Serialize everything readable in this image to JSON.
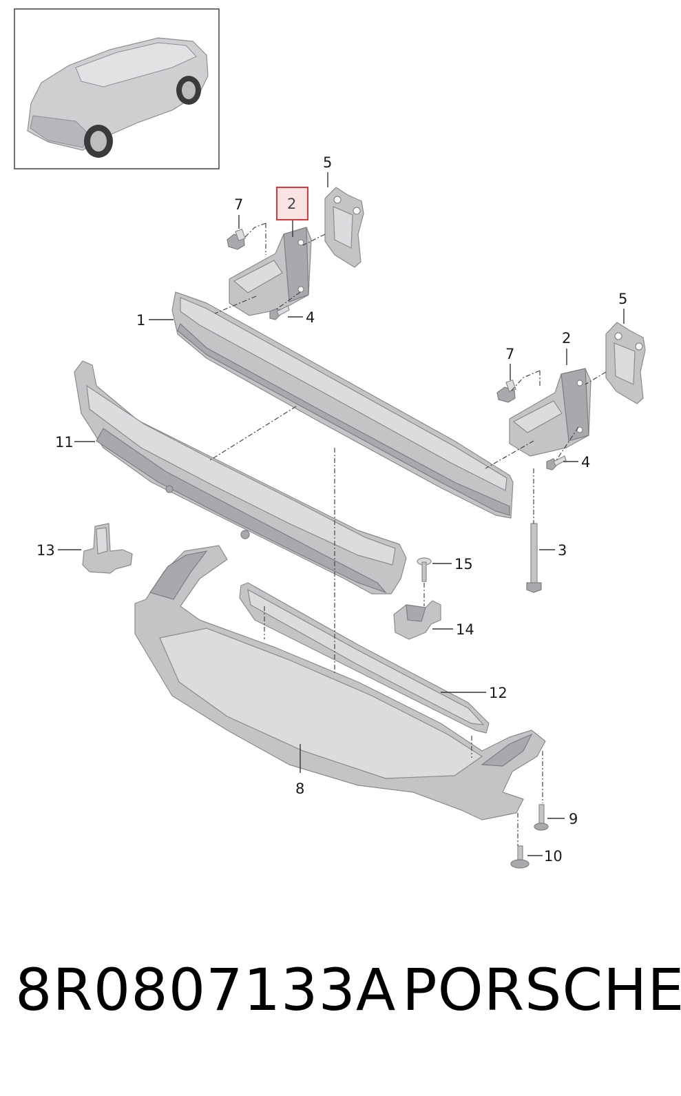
{
  "callouts": [
    {
      "id": "c1",
      "label": "1"
    },
    {
      "id": "c2a",
      "label": "2"
    },
    {
      "id": "c2b",
      "label": "2"
    },
    {
      "id": "c3",
      "label": "3"
    },
    {
      "id": "c4a",
      "label": "4"
    },
    {
      "id": "c4b",
      "label": "4"
    },
    {
      "id": "c5a",
      "label": "5"
    },
    {
      "id": "c5b",
      "label": "5"
    },
    {
      "id": "c7a",
      "label": "7"
    },
    {
      "id": "c7b",
      "label": "7"
    },
    {
      "id": "c8",
      "label": "8"
    },
    {
      "id": "c9",
      "label": "9"
    },
    {
      "id": "c10",
      "label": "10"
    },
    {
      "id": "c11",
      "label": "11"
    },
    {
      "id": "c12",
      "label": "12"
    },
    {
      "id": "c13",
      "label": "13"
    },
    {
      "id": "c14",
      "label": "14"
    },
    {
      "id": "c15",
      "label": "15"
    }
  ],
  "highlight": {
    "label": "2",
    "color": "#d9363e",
    "fill": "#fbe3e3"
  },
  "caption": {
    "part_number": "8R0807133A",
    "brand": "PORSCHE"
  },
  "colors": {
    "part_fill": "#c4c4c6",
    "part_stroke": "#8a8a8e",
    "text": "#1a1a1a"
  }
}
